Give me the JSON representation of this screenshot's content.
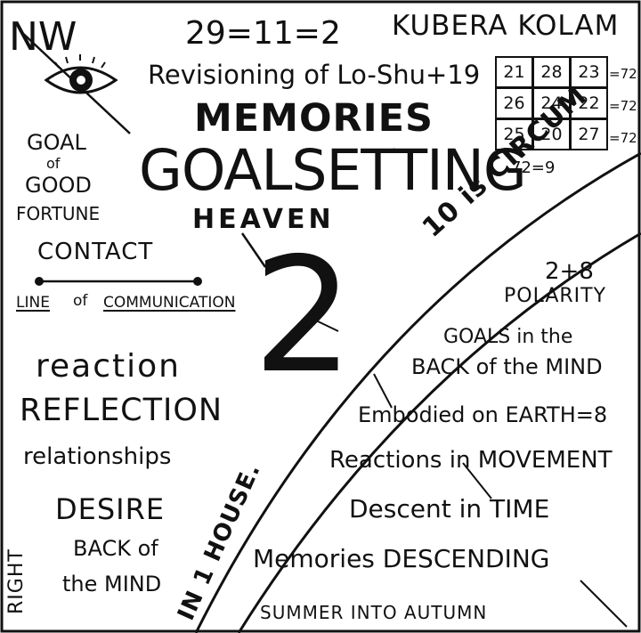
{
  "corner": "NW",
  "equation": "29=11=2",
  "kubera_title": "KUBERA KOLAM",
  "revisioning": "Revisioning of Lo-Shu+19",
  "memories_title": "MEMORIES",
  "goalsetting": "GOALSETTING",
  "heaven": "HEAVEN",
  "goal_of_good_fortune": [
    "GOAL",
    "of",
    "GOOD",
    "FORTUNE"
  ],
  "contact": "CONTACT",
  "line_of_communication": [
    "LINE",
    "of",
    "COMMUNICATION"
  ],
  "number_two": "2",
  "kolam": {
    "rows": [
      [
        "21",
        "28",
        "23"
      ],
      [
        "26",
        "24",
        "22"
      ],
      [
        "25",
        "20",
        "27"
      ]
    ],
    "row_sums": [
      "=72",
      "=72",
      "=72"
    ],
    "reduction": "72=9"
  },
  "arc_outer_text": "10 is CIRCUM",
  "arc_inner_text": "IN 1 HOUSE.",
  "left_words": [
    "reaction",
    "REFLECTION",
    "relationships",
    "DESIRE",
    "BACK of",
    "the MIND"
  ],
  "right_side_label": "RIGHT",
  "right_words": [
    "2+8",
    "POLARITY",
    "GOALS in the",
    "BACK of the MIND",
    "Embodied on EARTH=8",
    "Reactions in MOVEMENT",
    "Descent in TIME",
    "Memories DESCENDING",
    "SUMMER INTO AUTUMN"
  ]
}
